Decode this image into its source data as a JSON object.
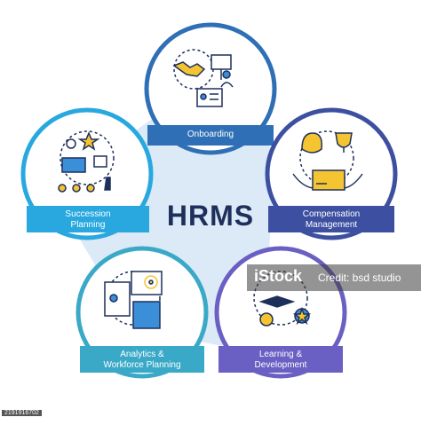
{
  "title": "HRMS",
  "colors": {
    "title": "#1e2f5c",
    "onboarding": "#2f6fb5",
    "compensation": "#3d4fa0",
    "succession": "#29a8df",
    "analytics": "#3aa9c7",
    "learning": "#6a5fc2",
    "connector": "#dce9f6",
    "icon_stroke": "#1e2f5c",
    "icon_blue": "#3b8fd8",
    "icon_yellow": "#f5c431"
  },
  "nodes": [
    {
      "id": "onboarding",
      "label": "Onboarding",
      "icon": "handshake-presentation-id-icon"
    },
    {
      "id": "compensation",
      "label": "Compensation\nManagement",
      "icon": "money-trophy-card-icon"
    },
    {
      "id": "succession",
      "label": "Succession\nPlanning",
      "icon": "leader-hierarchy-chess-icon"
    },
    {
      "id": "analytics",
      "label": "Analytics &\nWorkforce Planning",
      "icon": "report-target-puzzle-icon"
    },
    {
      "id": "learning",
      "label": "Learning &\nDevelopment",
      "icon": "graduation-gears-star-icon"
    }
  ],
  "watermark": {
    "logo": "iStock",
    "credit": "Credit: bsd studio"
  },
  "stock_id": "2191916702"
}
